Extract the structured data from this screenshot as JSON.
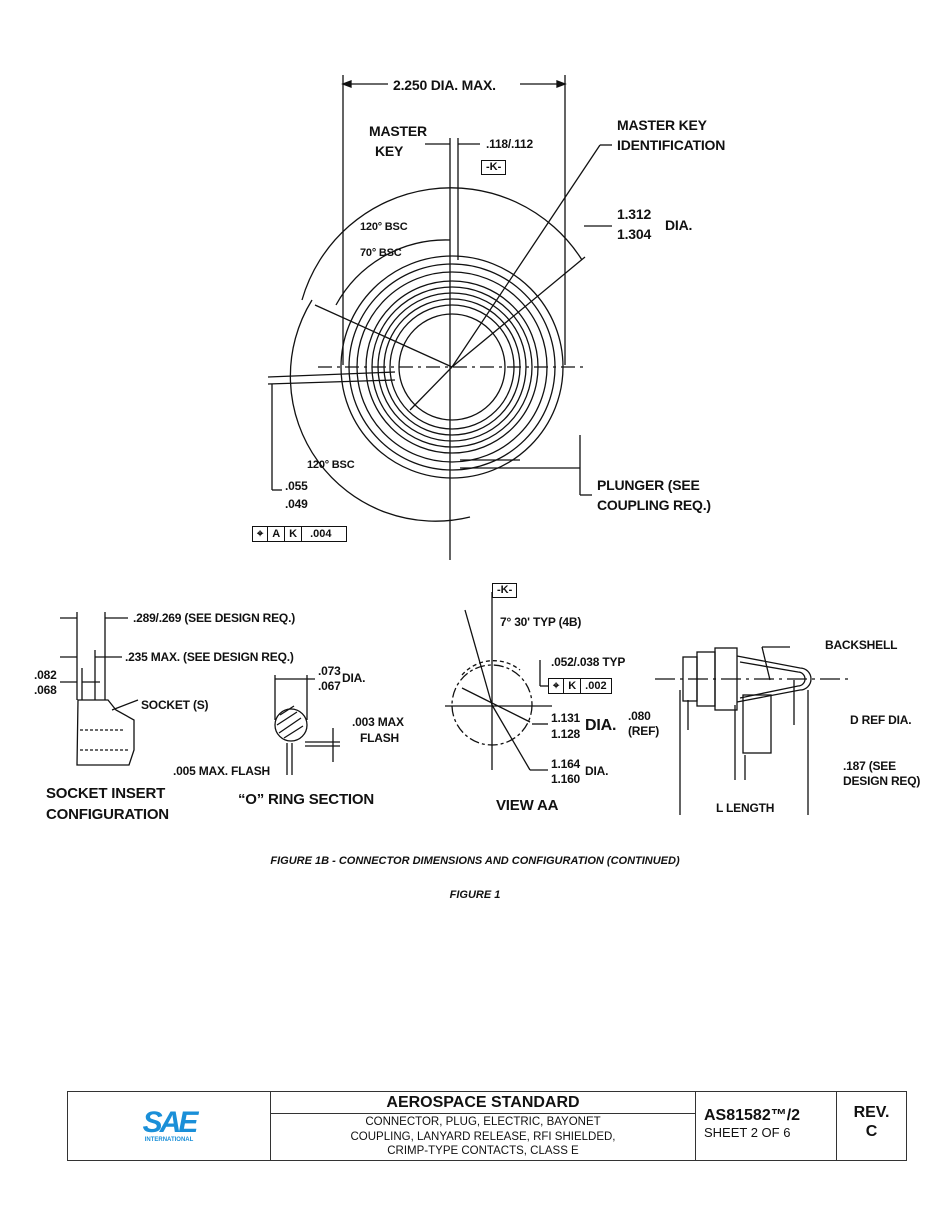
{
  "top_view": {
    "overall_dim": "2.250 DIA. MAX.",
    "master_key_line1": "MASTER",
    "master_key_line2": "KEY",
    "key_width": ".118/.112",
    "datum_k": "-K-",
    "master_key_id_line1": "MASTER KEY",
    "master_key_id_line2": "IDENTIFICATION",
    "dia_upper": "1.312",
    "dia_lower": "1.304",
    "dia_suffix": "DIA.",
    "angle_120_top": "120° BSC",
    "angle_70": "70° BSC",
    "angle_120_bottom": "120° BSC",
    "tol_upper": ".055",
    "tol_lower": ".049",
    "fcf": {
      "symbol": "⌖",
      "datum1": "A",
      "datum2": "K",
      "value": ".004"
    },
    "plunger_line1": "PLUNGER (SEE",
    "plunger_line2": "COUPLING REQ.)"
  },
  "socket_insert": {
    "dim1": ".289/.269 (SEE DESIGN REQ.)",
    "dim2": ".235 MAX. (SEE DESIGN REQ.)",
    "dim3_upper": ".082",
    "dim3_lower": ".068",
    "socket_label": "SOCKET (S)",
    "title_line1": "SOCKET INSERT",
    "title_line2": "CONFIGURATION"
  },
  "o_ring": {
    "dia_upper": ".073",
    "dia_lower": ".067",
    "dia_suffix": "DIA.",
    "flash1_line1": ".003 MAX",
    "flash1_line2": "FLASH",
    "flash2": ".005 MAX. FLASH",
    "title": "“O” RING SECTION"
  },
  "view_aa": {
    "datum_k": "-K-",
    "angle": "7° 30' TYP (4B)",
    "tooth": ".052/.038 TYP",
    "fcf": {
      "symbol": "⌖",
      "datum": "K",
      "value": ".002"
    },
    "dia1_upper": "1.131",
    "dia1_lower": "1.128",
    "dia1_suffix": "DIA.",
    "dia2_upper": "1.164",
    "dia2_lower": "1.160",
    "dia2_suffix": "DIA.",
    "title": "VIEW AA"
  },
  "side_view": {
    "backshell": "BACKSHELL",
    "ref_upper": ".080",
    "ref_lower": "(REF)",
    "d_ref": "D REF DIA.",
    "dim187_line1": ".187 (SEE",
    "dim187_line2": "DESIGN REQ)",
    "length": "L LENGTH"
  },
  "captions": {
    "figure_1b": "FIGURE 1B - CONNECTOR DIMENSIONS AND CONFIGURATION (CONTINUED)",
    "figure_1": "FIGURE 1"
  },
  "title_block": {
    "logo_text": "SAE",
    "logo_sub": "INTERNATIONAL",
    "logo_color": "#1a8fd8",
    "heading": "AEROSPACE STANDARD",
    "desc_line1": "CONNECTOR, PLUG, ELECTRIC, BAYONET",
    "desc_line2": "COUPLING, LANYARD RELEASE, RFI SHIELDED,",
    "desc_line3": "CRIMP-TYPE CONTACTS, CLASS E",
    "doc_number": "AS81582™/2",
    "sheet": "SHEET 2 OF 6",
    "rev_label": "REV.",
    "rev": "C"
  }
}
